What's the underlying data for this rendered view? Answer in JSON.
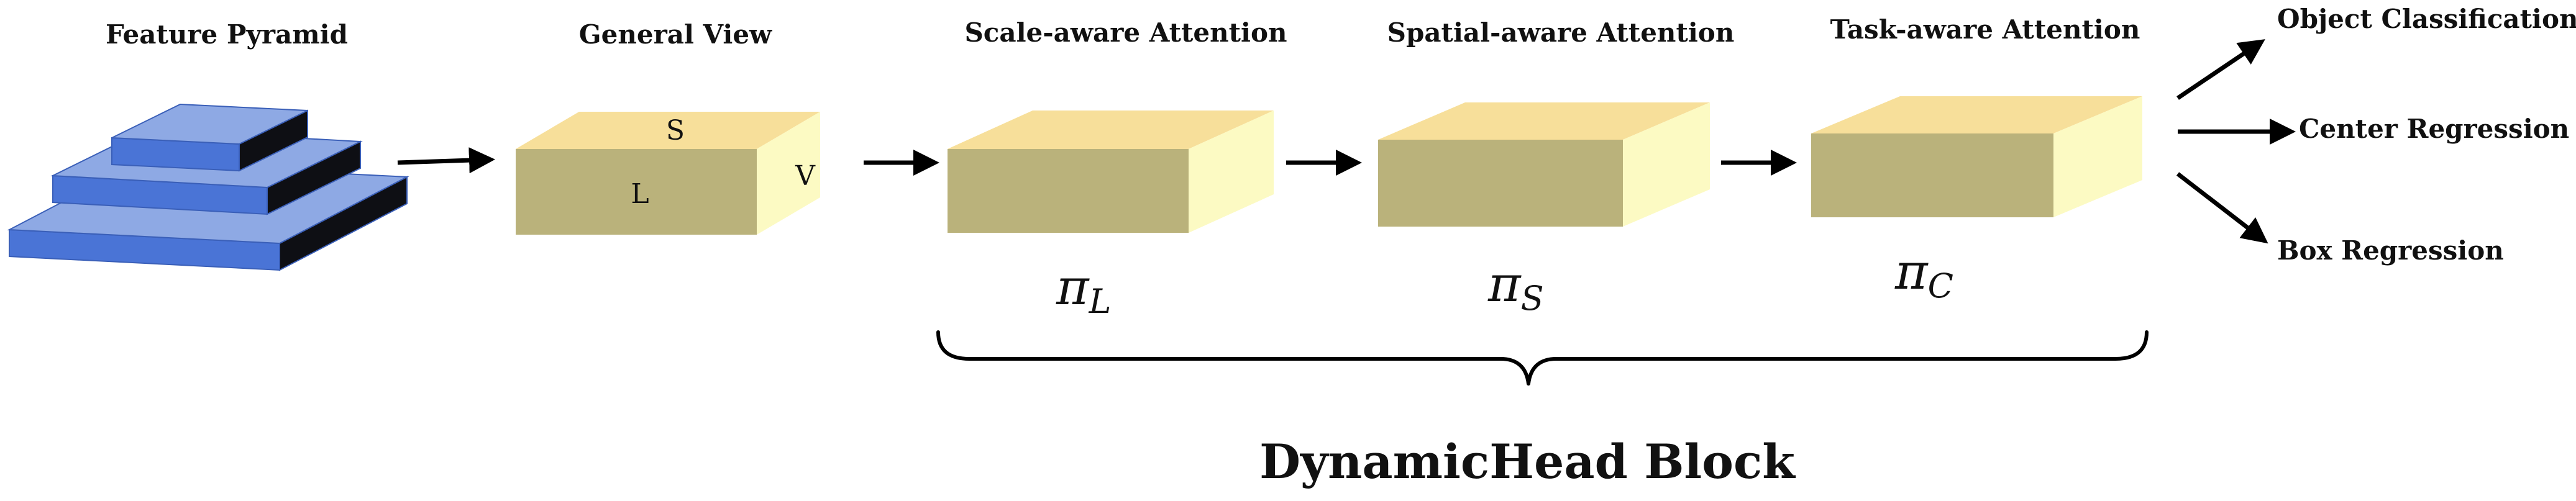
{
  "diagram": {
    "stages": {
      "feature_pyramid": "Feature Pyramid",
      "general_view": "General View",
      "scale_attention": "Scale-aware Attention",
      "spatial_attention": "Spatial-aware Attention",
      "task_attention": "Task-aware Attention"
    },
    "general_view_axes": {
      "s": "S",
      "l": "L",
      "v": "V"
    },
    "attention_symbols": {
      "scale": {
        "base": "π",
        "sub": "L"
      },
      "spatial": {
        "base": "π",
        "sub": "S"
      },
      "task": {
        "base": "π",
        "sub": "C"
      }
    },
    "outputs": {
      "classification": "Object Classification",
      "center": "Center Regression",
      "box": "Box Regression"
    },
    "block_title": "DynamicHead Block",
    "colors": {
      "pyramid_top": "#8ea9e4",
      "pyramid_front": "#4a74d6",
      "pyramid_side": "#0e0f14",
      "box_top": "#f7df9a",
      "box_front": "#bab27b",
      "box_side": "#fcfac3",
      "arrow": "#000000"
    }
  }
}
